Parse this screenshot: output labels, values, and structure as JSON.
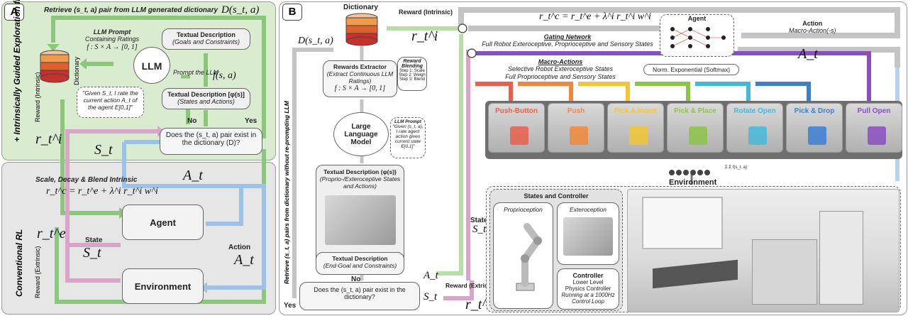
{
  "panel_a": {
    "letter": "A",
    "retrieve_label": "Retrieve (s_t, a) pair from LLM generated dictionary",
    "retrieve_math": "D(s_t, a)",
    "section_top": "+ Intrinsically Guided Exploration from LLMs",
    "section_bottom": "Conventional RL",
    "dictionary_label": "Dictionary",
    "llm_prompt_label": "LLM Prompt",
    "llm_prompt_sub": "Containing Ratings",
    "llm_mapping": "f : S × A → [0, 1]",
    "llm": "LLM",
    "prompt_the_llm": "Prompt the LLM",
    "f_math": "f(s, a)",
    "textual_goals_title": "Textual Description",
    "textual_goals_sub": "(Goals and Constraints)",
    "textual_states_title": "Textual Description [φ(s)]",
    "textual_states_sub": "(States and Actions)",
    "given_quote": "\"Given S_t, I rate the current action A_t of the agent E[0,1]\"",
    "reward_intrinsic": "Reward (Intrinsic)",
    "r_i": "r_t^i",
    "no": "No",
    "yes": "Yes",
    "exists_question": "Does the (s_t, a) pair exist in the dictionary (D)?",
    "S_t": "S_t",
    "A_t": "A_t",
    "scale_decay": "Scale, Decay & Blend Intrinsic",
    "blend_eq": "r_t^c = r_t^e + λ^i r_t^i w^i",
    "agent": "Agent",
    "environment": "Environment",
    "state": "State",
    "action": "Action",
    "reward_extrinsic": "Reward (Extrinsic)",
    "r_e": "r_t^e"
  },
  "panel_b": {
    "letter": "B",
    "dictionary": "Dictionary",
    "reward_intrinsic": "Reward (Intrinsic)",
    "r_i": "r_t^i",
    "D": "D(s_t, a)",
    "blend_eq": "r_t^c = r_t^e + λ^i r_t^i w^i",
    "agent": "Agent",
    "action": "Action",
    "macro_action": "Macro-Action(-s)",
    "A_t": "A_t",
    "gating_title": "Gating Network",
    "gating_sub": "Full Robot Exteroceptive, Proprioceptive and Sensory States",
    "norm_exp": "Norm. Exponential (Softmax)",
    "macro_title": "Macro-Actions",
    "macro_sub1": "Selective Robot Exteroceptive States",
    "macro_sub2": "Full Proprioceptive and Sensory States",
    "rewards_extractor_title": "Rewards Extractor",
    "rewards_extractor_sub": "(Extract Continuous LLM Ratings)",
    "rewards_extractor_map": "f : S × A → [0, 1]",
    "reward_blending_title": "Reward Blending",
    "reward_blending_steps": [
      "Step 1: Scale",
      "Step 2: Weigh",
      "Step 3: Blend"
    ],
    "llm": "Large Language Model",
    "llm_prompt_title": "LLM Prompt",
    "llm_prompt_body": "\"Given (s_t, a), I rate agent action given current state E[0,1]\"",
    "textual_phi_title": "Textual Description (φ(s))",
    "textual_phi_sub": "(Proprio-/Exteroceptive States and Actions)",
    "textual_end_title": "Textual Description",
    "textual_end_sub": "(End-Goal and Constraints)",
    "retrieve_vertical": "Retrieve (s_t, a) pairs from dictionary without re-prompting LLM",
    "no": "No",
    "yes": "Yes",
    "exists_question": "Does the (s_t, a) pair exist in the dictionary?",
    "A_t2": "A_t",
    "S_t2": "S_t",
    "reward_extrinsic": "Reward (Extrinsic)",
    "r_e": "r_t^e",
    "state": "State",
    "S_t": "S_t",
    "environment": "Environment",
    "states_controller": "States and Controller",
    "proprioception": "Proprioception",
    "exteroception": "Exteroception",
    "controller_title": "Controller",
    "controller_l1": "Lower Level",
    "controller_l2": "Physics Controller",
    "controller_l3": "Running at a 1000Hz",
    "controller_l4": "Control Loop",
    "weighted_sum": "Σ Σ f(s_t, a)"
  },
  "tasks": [
    {
      "name": "Push-Button",
      "color": "#e8604c"
    },
    {
      "name": "Push",
      "color": "#f0883a"
    },
    {
      "name": "Pick & Insert",
      "color": "#f2c534"
    },
    {
      "name": "Pick & Place",
      "color": "#8cc34a"
    },
    {
      "name": "Rotate Open",
      "color": "#45b8d8"
    },
    {
      "name": "Pick & Drop",
      "color": "#3c7fd0"
    },
    {
      "name": "Pull Open",
      "color": "#8a4fbf"
    }
  ],
  "colors": {
    "green_panel": "#d9ecd0",
    "gray_panel": "#e4e4e4",
    "green_arrow": "#8bc77a",
    "blue_arrow": "#9cc2e8",
    "pink_arrow": "#d9a4c8",
    "gray_arrow": "#b5b5b5"
  }
}
